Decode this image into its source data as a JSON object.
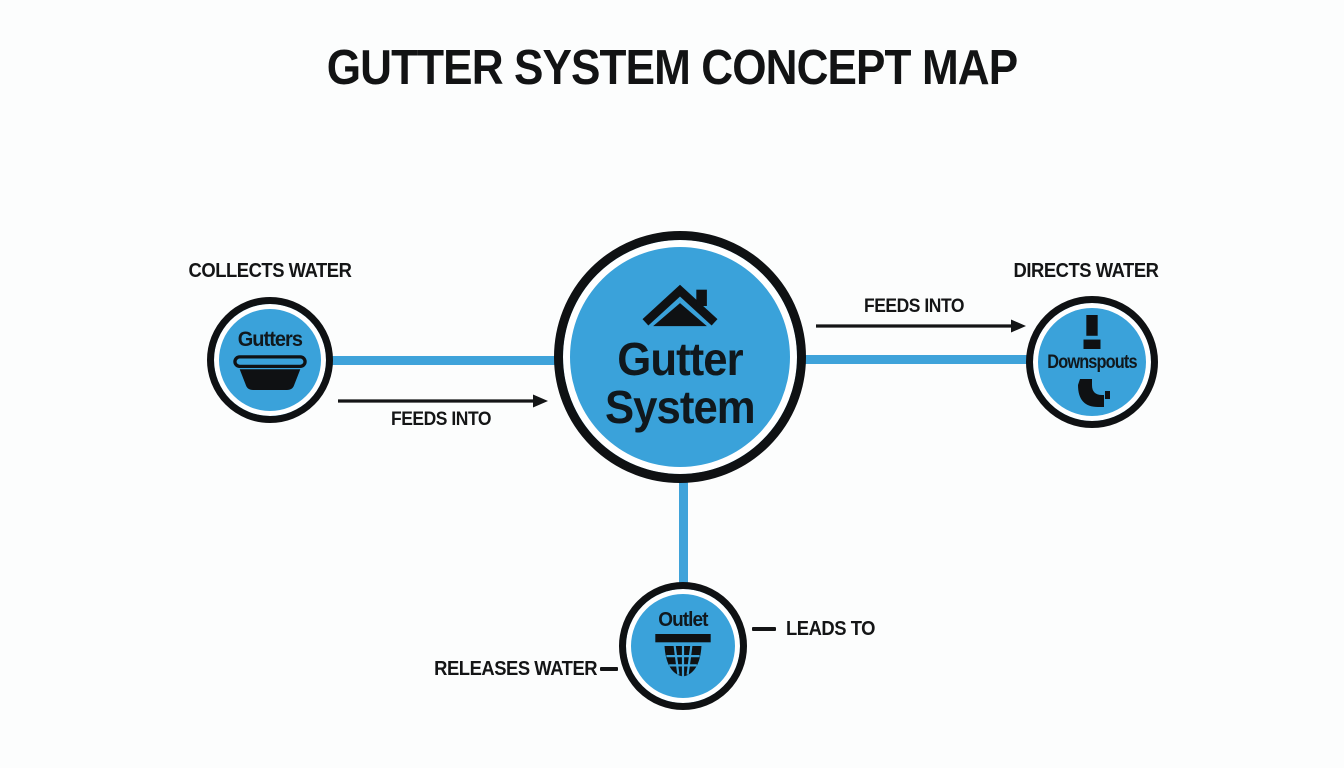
{
  "title": "GUTTER SYSTEM CONCEPT MAP",
  "colors": {
    "node_fill": "#3aa2da",
    "connector_blue": "#3fa3da",
    "ink_black": "#0f1113",
    "background": "#fcfdfd"
  },
  "nodes": {
    "center": {
      "label_line1": "Gutter",
      "label_line2": "System",
      "icon": "house-roof-icon"
    },
    "gutters": {
      "label": "Gutters",
      "icon": "gutter-trough-icon",
      "annotation": "COLLECTS WATER"
    },
    "downspouts": {
      "label": "Downspouts",
      "icon_top": "pipe-section-icon",
      "icon_bottom": "pipe-elbow-icon",
      "annotation": "DIRECTS WATER"
    },
    "outlet": {
      "label": "Outlet",
      "icon": "drain-basket-icon",
      "annotation_left": "RELEASES WATER",
      "annotation_right": "LEADS TO"
    }
  },
  "edges": {
    "gutters_to_center": {
      "label": "FEEDS INTO"
    },
    "center_to_downspouts": {
      "label": "FEEDS INTO"
    }
  }
}
